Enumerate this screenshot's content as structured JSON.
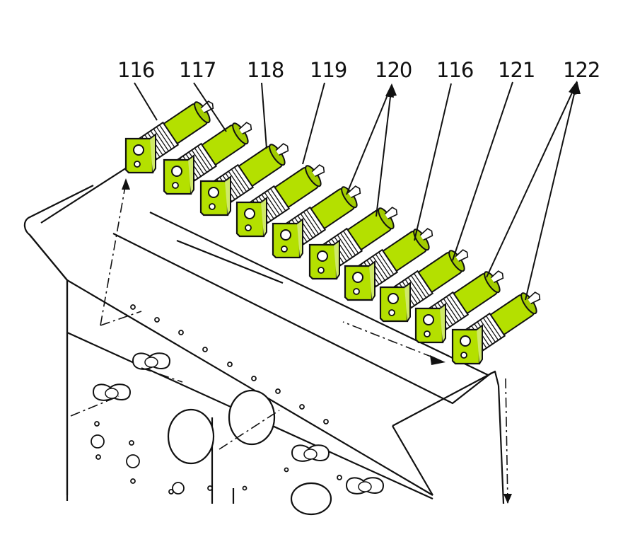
{
  "diagram": {
    "part_numbers": [
      {
        "id": "c1",
        "label": "116"
      },
      {
        "id": "c2",
        "label": "117"
      },
      {
        "id": "c3",
        "label": "118"
      },
      {
        "id": "c4",
        "label": "119"
      },
      {
        "id": "c5",
        "label": "120"
      },
      {
        "id": "c6",
        "label": "116"
      },
      {
        "id": "c7",
        "label": "121"
      },
      {
        "id": "c8",
        "label": "122"
      }
    ],
    "highlight_color": "#b4e000",
    "line_color": "#111111",
    "lamp_count": 10
  }
}
